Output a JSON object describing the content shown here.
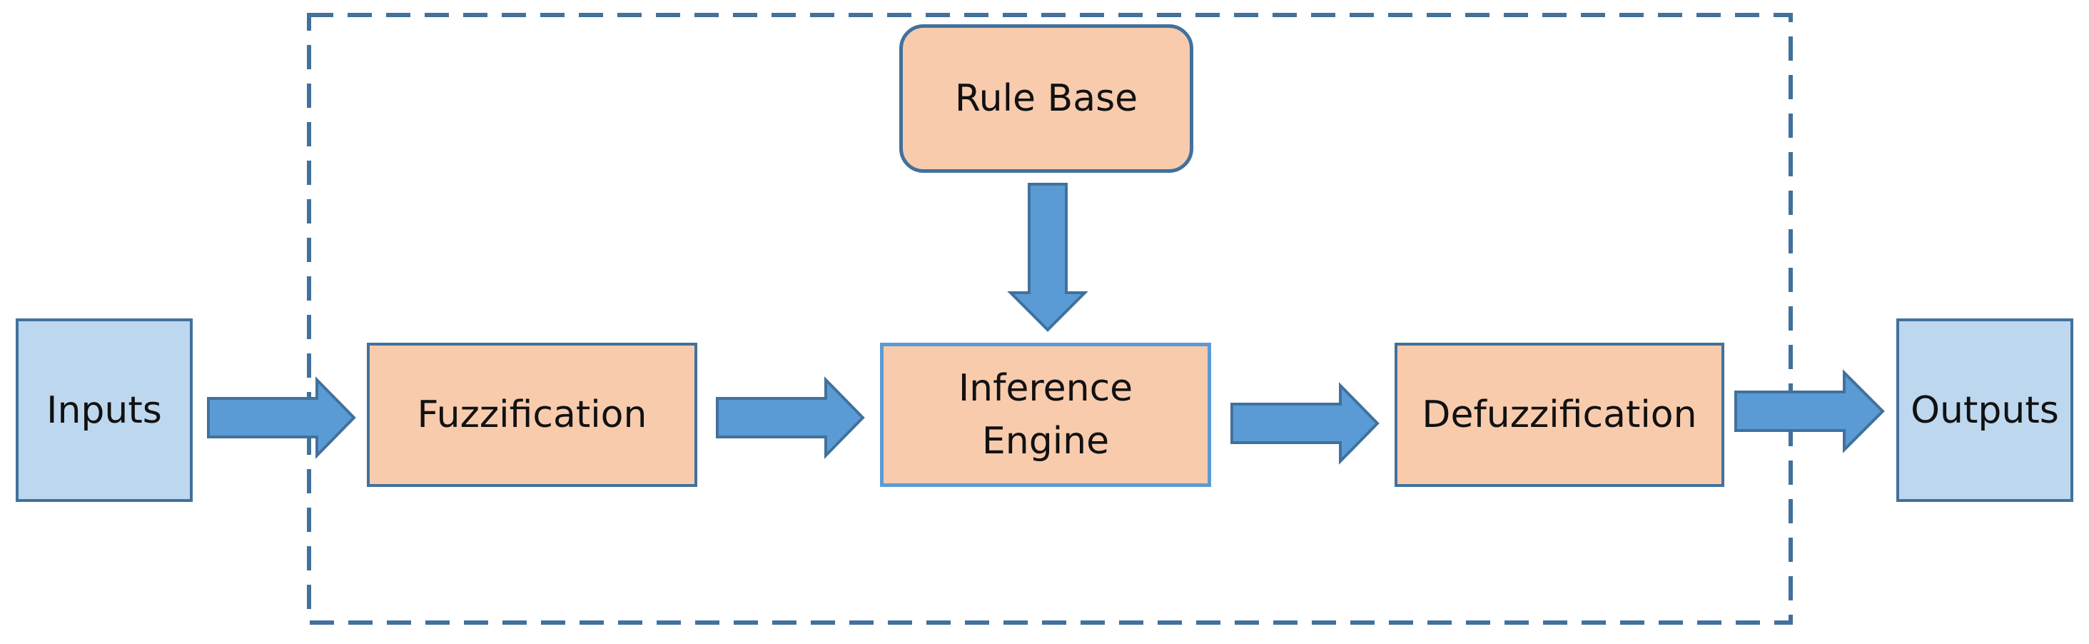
{
  "diagram": {
    "inputs_label": "Inputs",
    "outputs_label": "Outputs",
    "fuzzification_label": "Fuzzification",
    "inference_engine_label": "Inference\nEngine",
    "defuzzification_label": "Defuzzification",
    "rule_base_label": "Rule Base"
  },
  "colors": {
    "io_fill": "#bdd7ee",
    "stage_fill": "#f8cbad",
    "border": "#41719c",
    "arrow_fill": "#5b9bd5",
    "dashed_frame": "#41719c"
  }
}
